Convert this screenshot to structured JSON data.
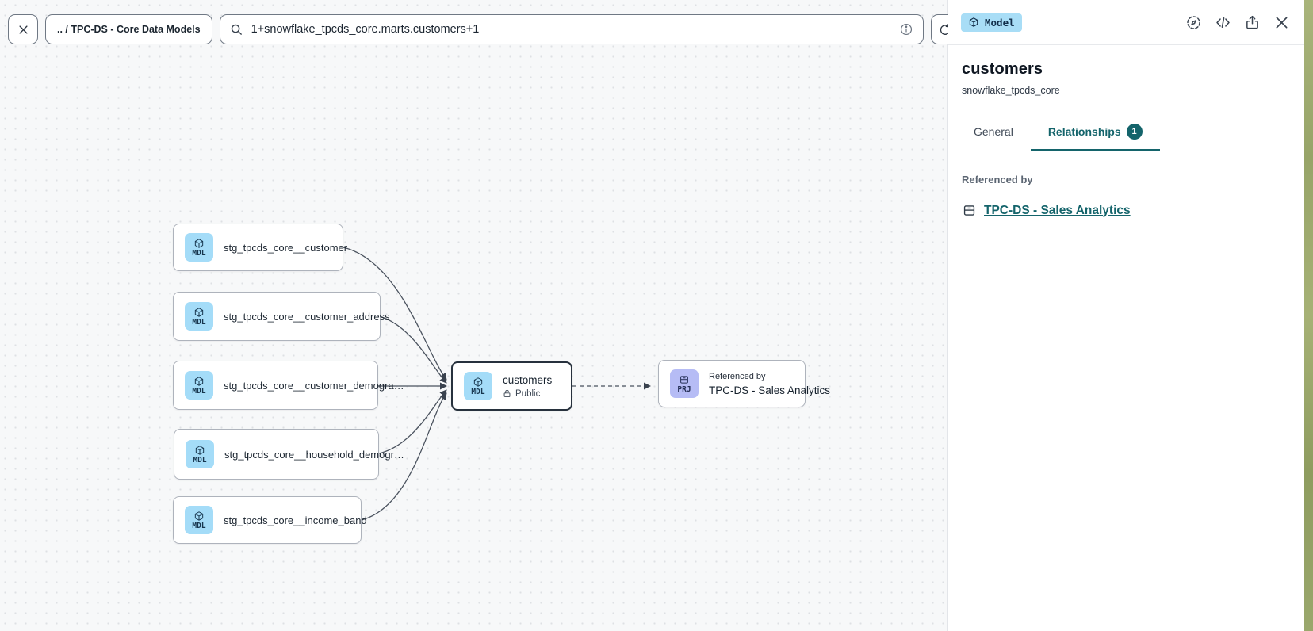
{
  "toolbar": {
    "breadcrumb": ".. / TPC-DS - Core Data Models",
    "search_value": "1+snowflake_tpcds_core.marts.customers+1"
  },
  "canvas": {
    "nodes": [
      {
        "type": "MDL",
        "label": "stg_tpcds_core__customer"
      },
      {
        "type": "MDL",
        "label": "stg_tpcds_core__customer_address"
      },
      {
        "type": "MDL",
        "label": "stg_tpcds_core__customer_demogra…"
      },
      {
        "type": "MDL",
        "label": "stg_tpcds_core__household_demogr…"
      },
      {
        "type": "MDL",
        "label": "stg_tpcds_core__income_band"
      }
    ],
    "center_node": {
      "type": "MDL",
      "label": "customers",
      "visibility": "Public"
    },
    "referenced_node": {
      "type": "PRJ",
      "kicker": "Referenced by",
      "label": "TPC-DS - Sales Analytics"
    }
  },
  "panel": {
    "type_badge": "Model",
    "title": "customers",
    "subtitle": "snowflake_tpcds_core",
    "tabs": {
      "general": "General",
      "relationships": "Relationships",
      "relationships_count": "1"
    },
    "referenced_by": {
      "heading": "Referenced by",
      "link": "TPC-DS - Sales Analytics"
    }
  },
  "colors": {
    "accent_teal": "#14646b",
    "model_badge_blue": "#a8ddf6",
    "project_icon_lavender": "#b6bcf5",
    "canvas_background": "#f7f8f9"
  }
}
